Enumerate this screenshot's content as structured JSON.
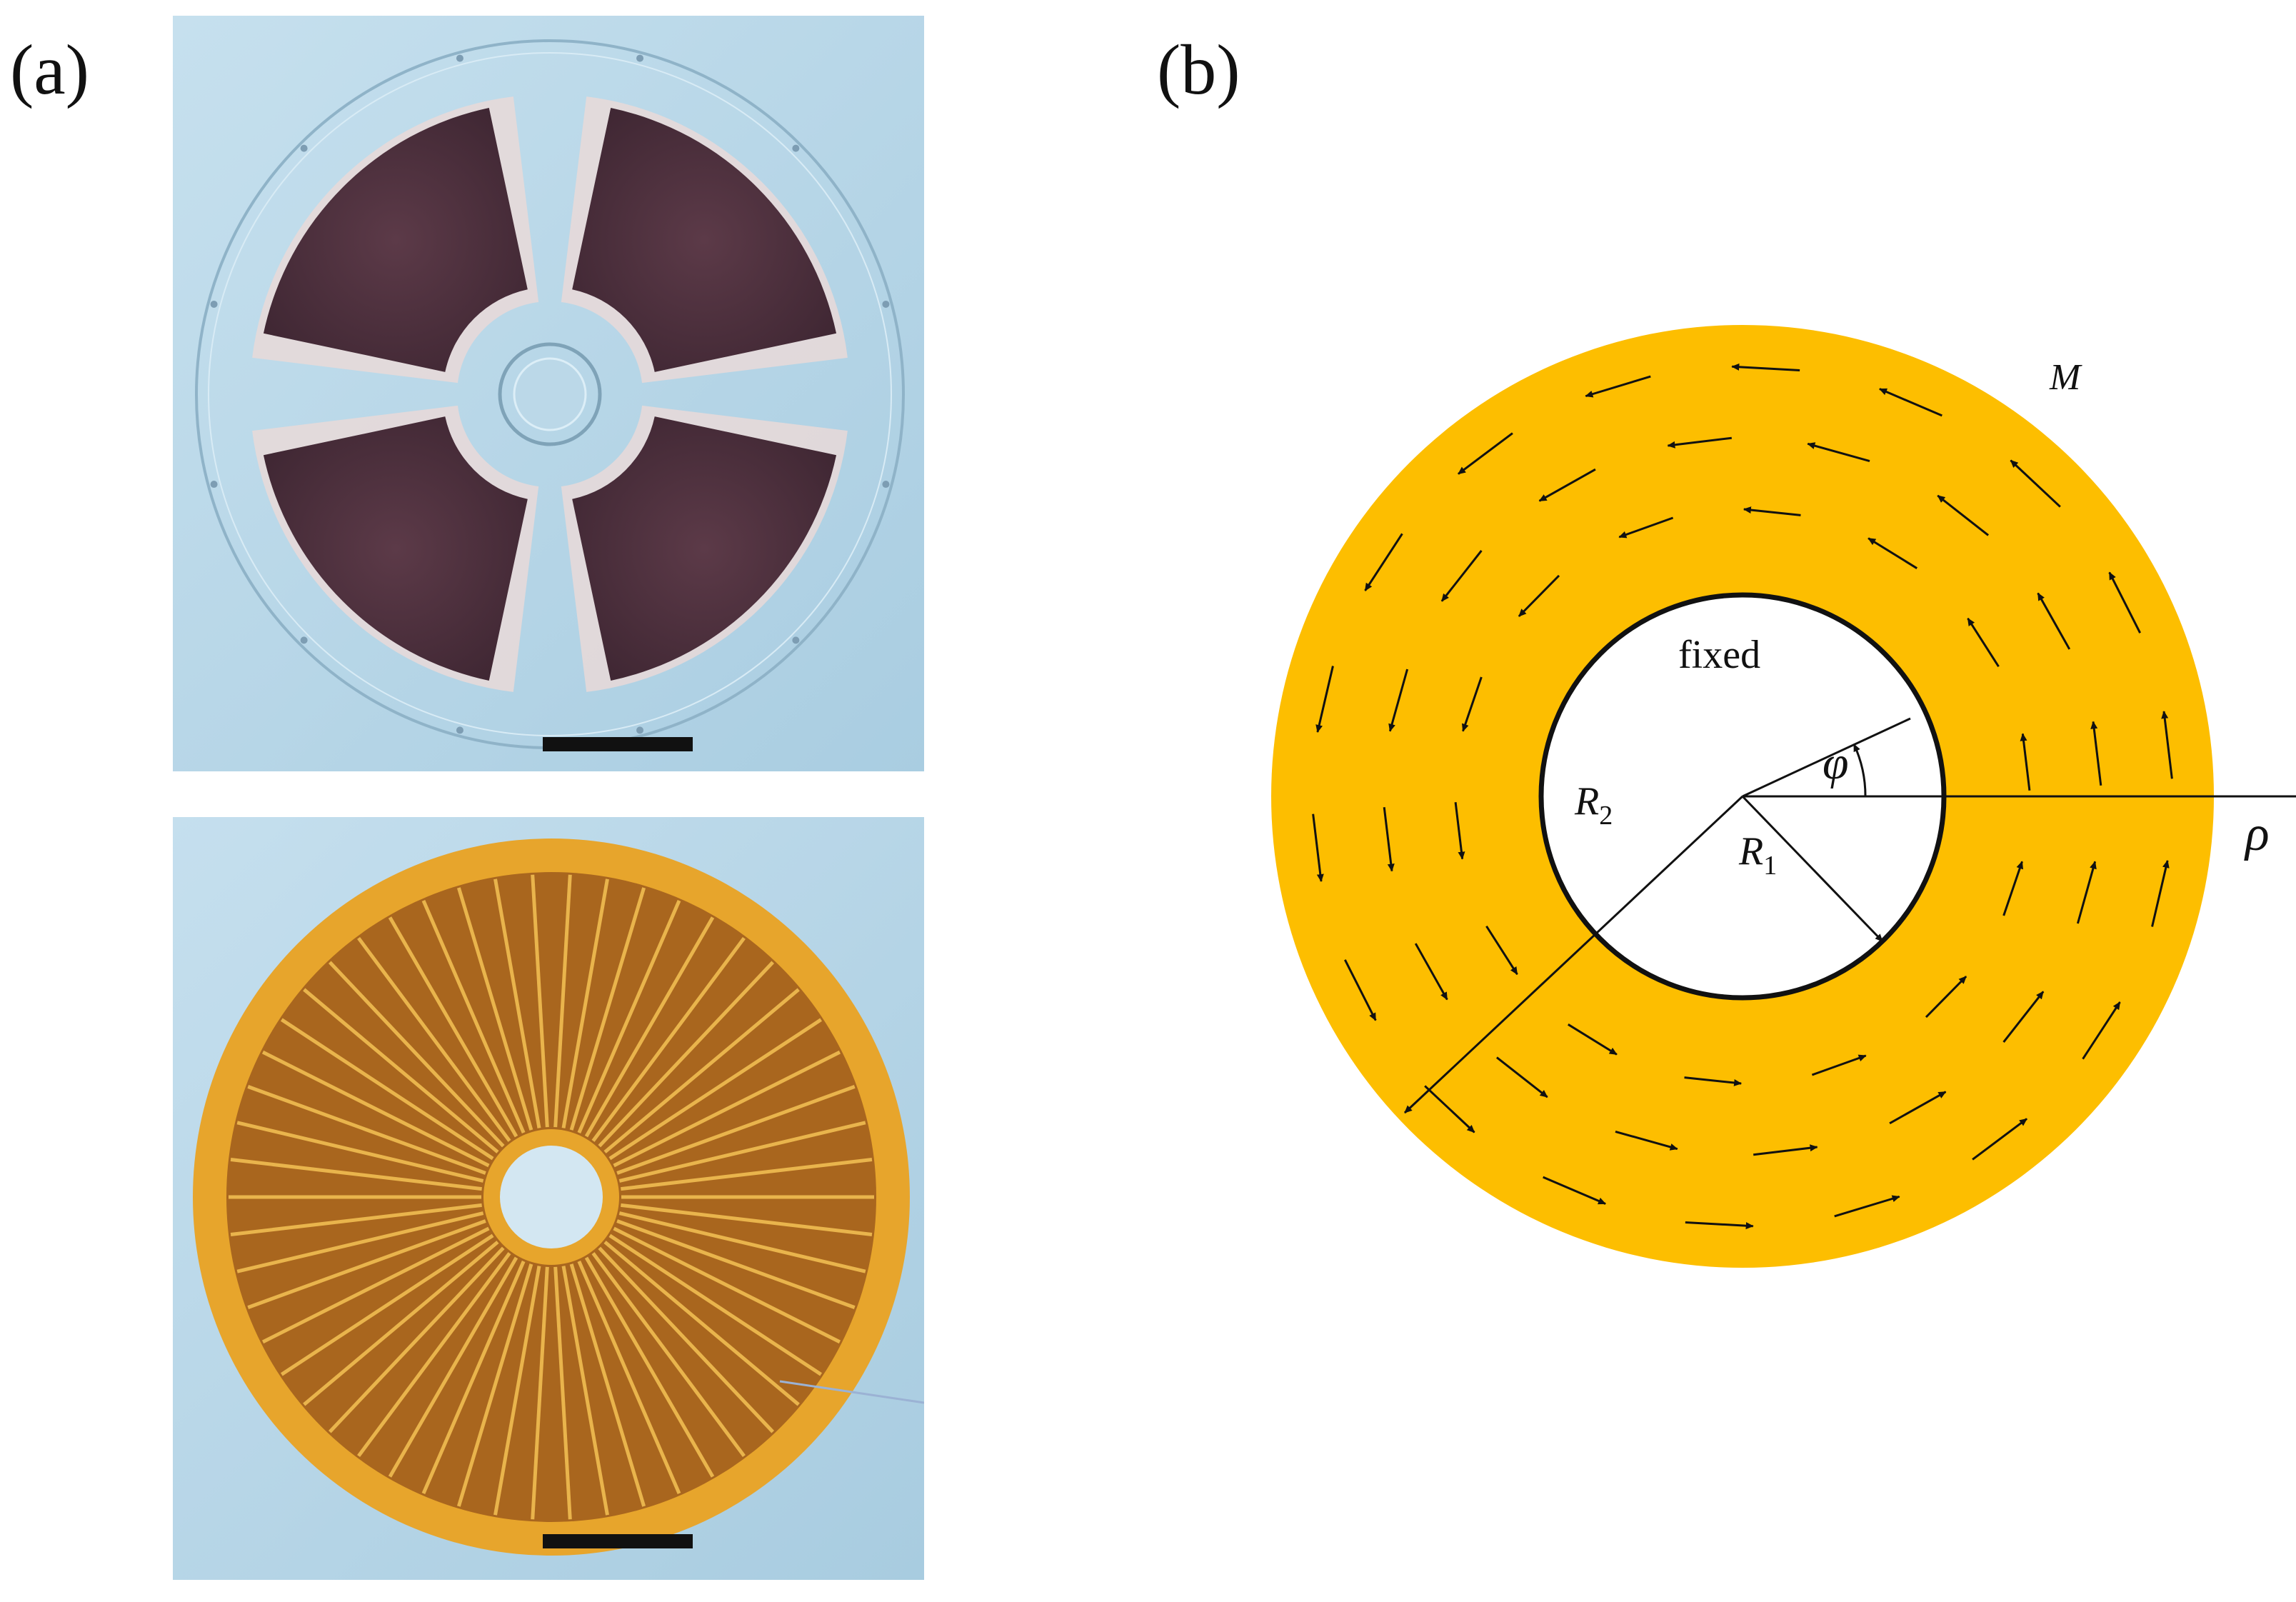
{
  "panels": {
    "a": {
      "label": "(a)"
    },
    "b": {
      "label": "(b)"
    }
  },
  "diagram": {
    "center_label": "fixed",
    "magnetization_label": "M",
    "inner_radius_label": "R",
    "inner_radius_sub": "1",
    "outer_radius_label": "R",
    "outer_radius_sub": "2",
    "angle_label": "φ",
    "radial_axis_label": "ρ"
  },
  "colors": {
    "annulus": "#FDBE00",
    "photo_background": "#B9D9EA",
    "gasket_ring": "#E7A52C",
    "magnet_segment": "#4A2E3A",
    "scale_bar": "#111111"
  }
}
